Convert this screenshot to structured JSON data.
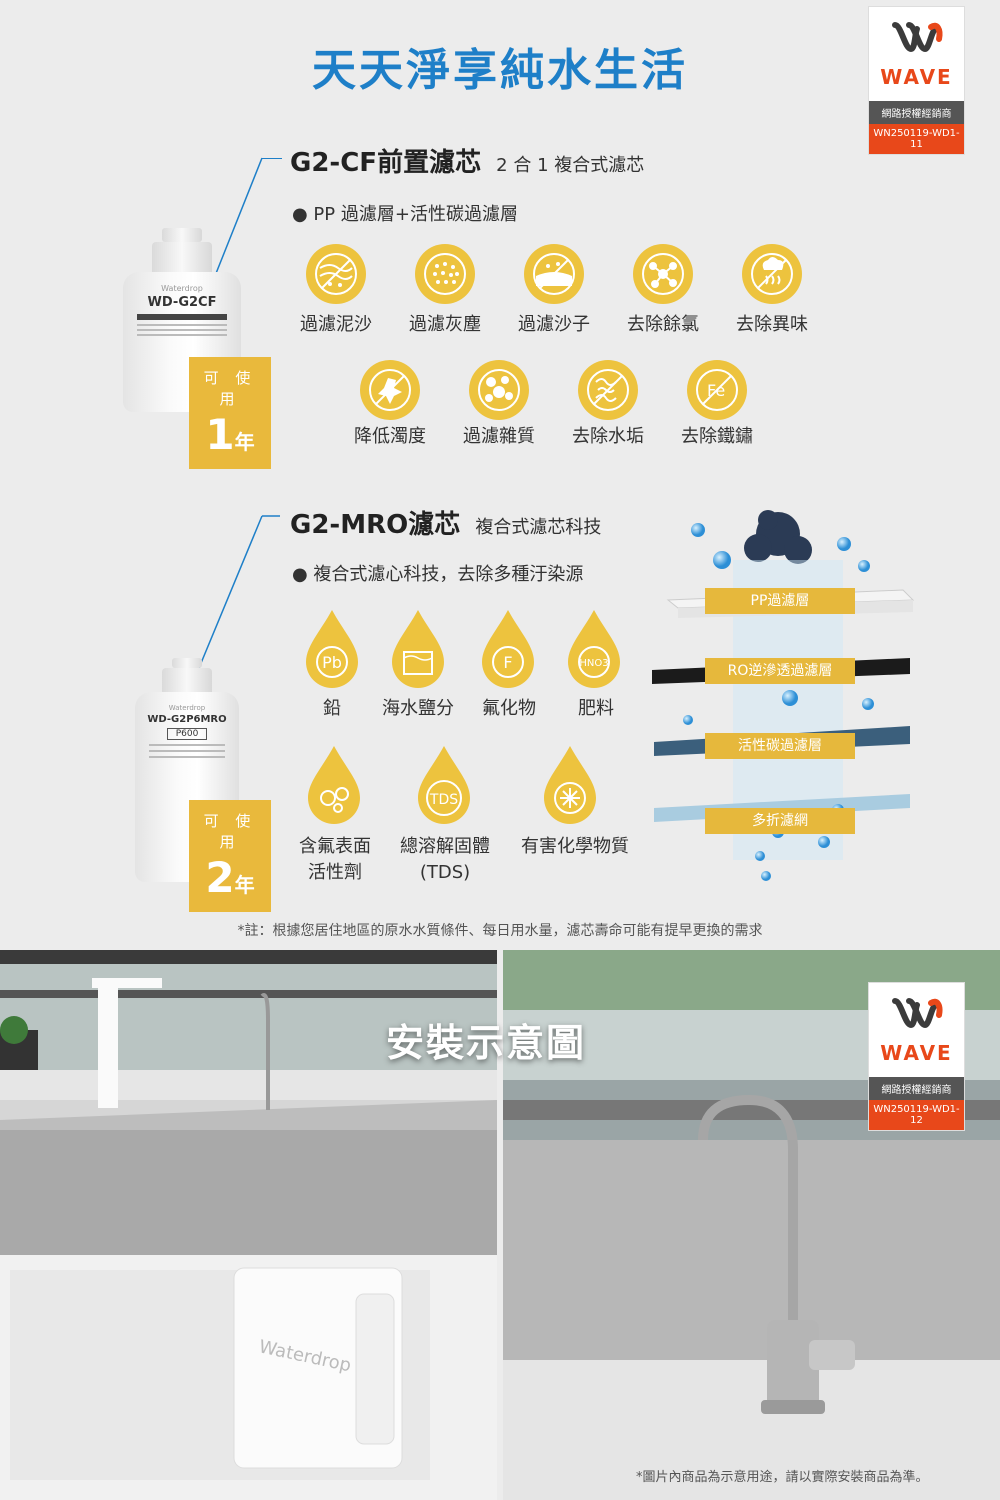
{
  "header": {
    "title": "天天淨享純水生活"
  },
  "badge_top": {
    "brand": "WAVE",
    "line1": "網路授權經銷商",
    "line2": "WN250119-WD1-11"
  },
  "badge_bottom": {
    "brand": "WAVE",
    "line1": "網路授權經銷商",
    "line2": "WN250119-WD1-12"
  },
  "section1": {
    "title": "G2-CF前置濾芯",
    "subtitle": "2 合 1 複合式濾芯",
    "bullet": "● PP 過濾層+活性碳過濾層",
    "product_label": "WD-G2CF",
    "product_brand": "Waterdrop",
    "badge_top": "可 使 用",
    "badge_num": "1",
    "badge_unit": "年",
    "icons_row1": [
      "過濾泥沙",
      "過濾灰塵",
      "過濾沙子",
      "去除餘氯",
      "去除異味"
    ],
    "icons_row2": [
      "降低濁度",
      "過濾雜質",
      "去除水垢",
      "去除鐵鏽"
    ],
    "fe_text": "Fe"
  },
  "section2": {
    "title": "G2-MRO濾芯",
    "subtitle": "複合式濾芯科技",
    "bullet": "● 複合式濾心科技，去除多種汙染源",
    "product_label": "WD-G2P6MRO",
    "product_sublabel": "P600",
    "product_brand": "Waterdrop",
    "badge_top": "可 使 用",
    "badge_num": "2",
    "badge_unit": "年",
    "drops_row1": [
      {
        "symbol": "Pb",
        "label": "鉛"
      },
      {
        "symbol": "",
        "label": "海水鹽分"
      },
      {
        "symbol": "F",
        "label": "氟化物"
      },
      {
        "symbol": "HNO3",
        "label": "肥料"
      }
    ],
    "drops_row2": [
      {
        "symbol": "",
        "label1": "含氟表面",
        "label2": "活性劑"
      },
      {
        "symbol": "TDS",
        "label1": "總溶解固體",
        "label2": "(TDS)"
      },
      {
        "symbol": "",
        "label1": "有害化學物質",
        "label2": ""
      }
    ]
  },
  "layers": [
    "PP過濾層",
    "RO逆滲透過濾層",
    "活性碳過濾層",
    "多折濾網"
  ],
  "note": "*註：根據您居住地區的原水水質條件、每日用水量，濾芯壽命可能有提早更換的需求",
  "install": {
    "title": "安裝示意圖",
    "machine_brand": "Waterdrop",
    "bottom_note": "*圖片內商品為示意用途，請以實際安裝商品為準。"
  },
  "colors": {
    "accent_blue": "#1e7fc8",
    "gold": "#edc33e",
    "wave_orange": "#e8481a"
  }
}
